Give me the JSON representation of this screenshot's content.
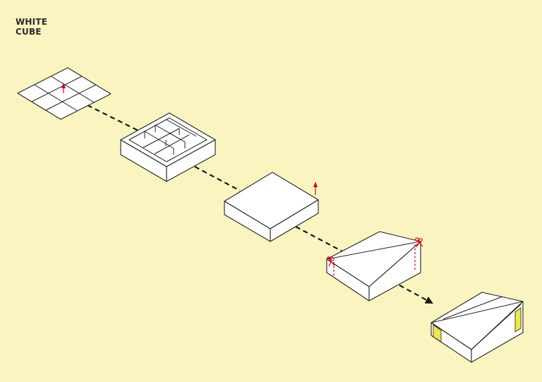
{
  "title": {
    "line1": "WHITE",
    "line2": "CUBE"
  },
  "steps": [
    {
      "id": "grid-plan"
    },
    {
      "id": "room-box"
    },
    {
      "id": "closed-cube"
    },
    {
      "id": "cut-roof"
    },
    {
      "id": "final-volume"
    }
  ],
  "colors": {
    "background": "#faf5c0",
    "accent": "#d8001a",
    "opening": "#f2e64a",
    "stroke": "#222222"
  }
}
